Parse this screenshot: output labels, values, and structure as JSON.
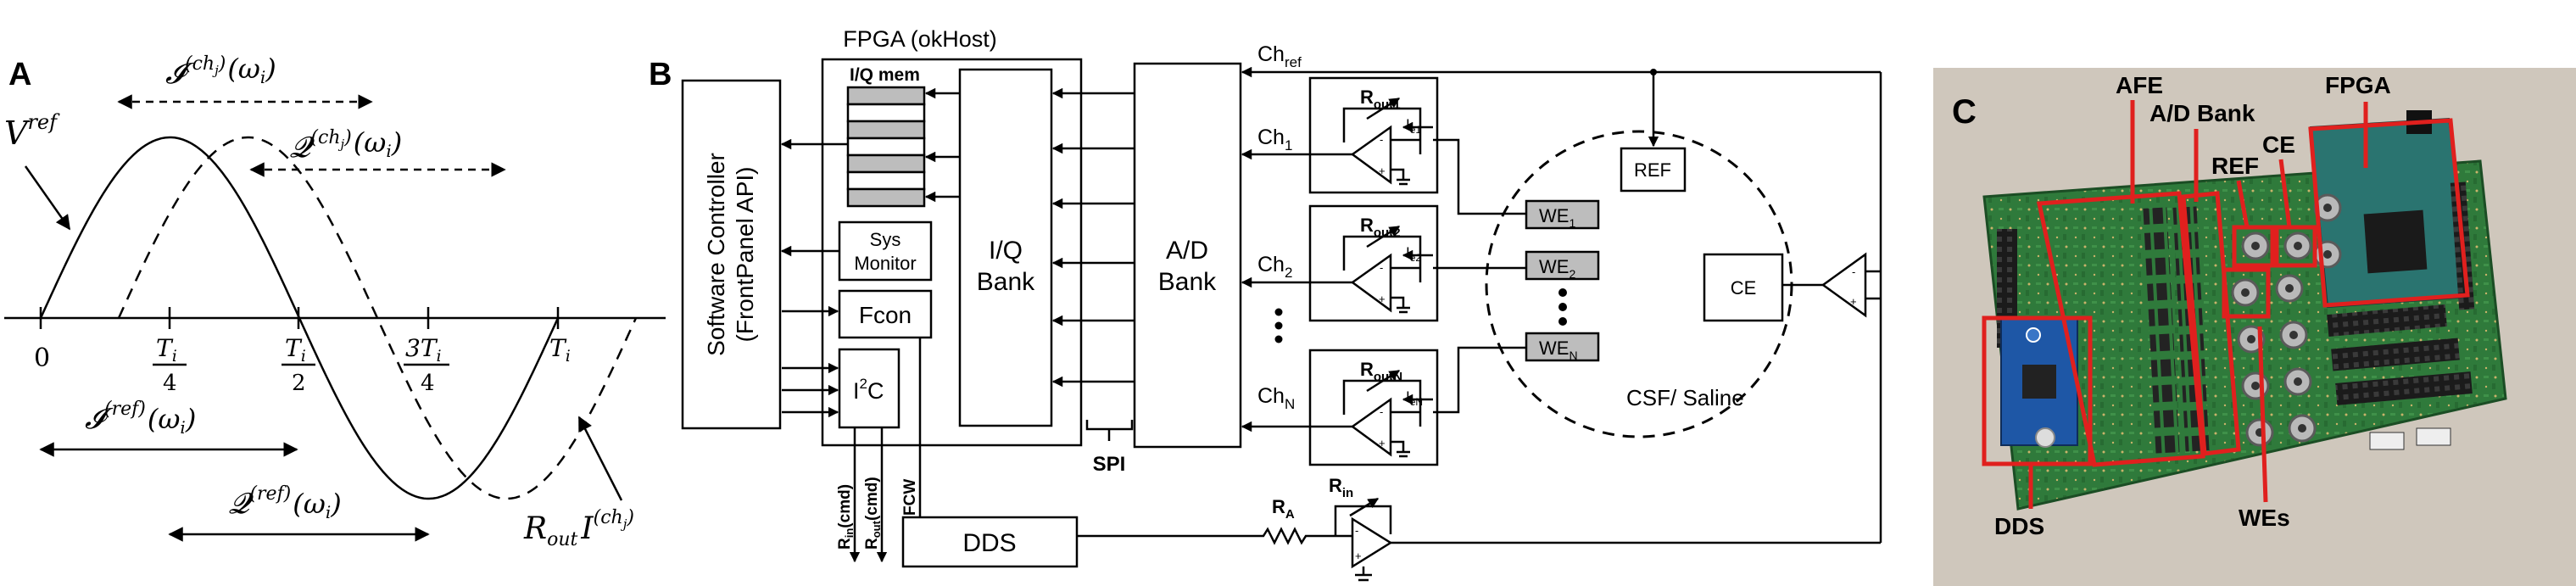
{
  "panel_a": {
    "label": "A",
    "v_ref": "V",
    "v_ref_sup": "ref",
    "i_chj": "𝓘",
    "i_chj_sup": "(ch",
    "i_chj_sub": "j",
    "i_chj_tail": ")(ω",
    "i_chj_tail_sub": "i",
    "q_chj": "𝓠",
    "q_ref": "𝓠",
    "i_ref": "𝓘",
    "ref_sup": "(ref)",
    "omega": "(ω",
    "omega_sub": "i",
    "close": ")",
    "tick_0": "0",
    "tick_t4_num": "T",
    "tick_t4_den": "4",
    "tick_t2_den": "2",
    "tick_3t4_num": "3T",
    "tick_ti": "T",
    "sub_i": "i",
    "rout": "R",
    "rout_sub": "out",
    "rout_i": "I",
    "rout_sup": "(ch",
    "rout_sup_sub": "j",
    "rout_sup_close": ")"
  },
  "panel_b": {
    "label": "B",
    "fpga_title": "FPGA (okHost)",
    "iq_mem": "I/Q mem",
    "sys_monitor_1": "Sys",
    "sys_monitor_2": "Monitor",
    "fcon": "Fcon",
    "i2c": "I",
    "i2c_sup": "2",
    "i2c_tail": "C",
    "iq_bank_1": "I/Q",
    "iq_bank_2": "Bank",
    "ad_bank_1": "A/D",
    "ad_bank_2": "Bank",
    "software_1": "Software Controller",
    "software_2": "(FrontPanel API)",
    "ch_ref": "Ch",
    "ch_ref_sub": "ref",
    "ch1": "Ch",
    "ch1_sub": "1",
    "ch2": "Ch",
    "ch2_sub": "2",
    "chn": "Ch",
    "chn_sub": "N",
    "rout1": "R",
    "rout1_sub": "out1",
    "rout2": "R",
    "rout2_sub": "out2",
    "routn": "R",
    "routn_sub": "outN",
    "ie1": "I",
    "ie1_sub": "e1",
    "ie2": "I",
    "ie2_sub": "e2",
    "ien": "I",
    "ien_sub": "eN",
    "we1": "WE",
    "we1_sub": "1",
    "we2": "WE",
    "we2_sub": "2",
    "wen": "WE",
    "wen_sub": "N",
    "ref": "REF",
    "ce": "CE",
    "csf": "CSF/ Saline",
    "spi": "SPI",
    "dds": "DDS",
    "ra": "R",
    "ra_sub": "A",
    "rin": "R",
    "rin_sub": "in",
    "rin_cmd": "R",
    "rin_cmd_sub": "in",
    "rin_cmd_tail": "(cmd)",
    "rout_cmd": "R",
    "rout_cmd_sub": "out",
    "rout_cmd_tail": "(cmd)",
    "fcw": "FCW"
  },
  "panel_c": {
    "label": "C",
    "afe": "AFE",
    "ad_bank": "A/D Bank",
    "ref": "REF",
    "ce": "CE",
    "fpga": "FPGA",
    "dds": "DDS",
    "wes": "WEs"
  }
}
